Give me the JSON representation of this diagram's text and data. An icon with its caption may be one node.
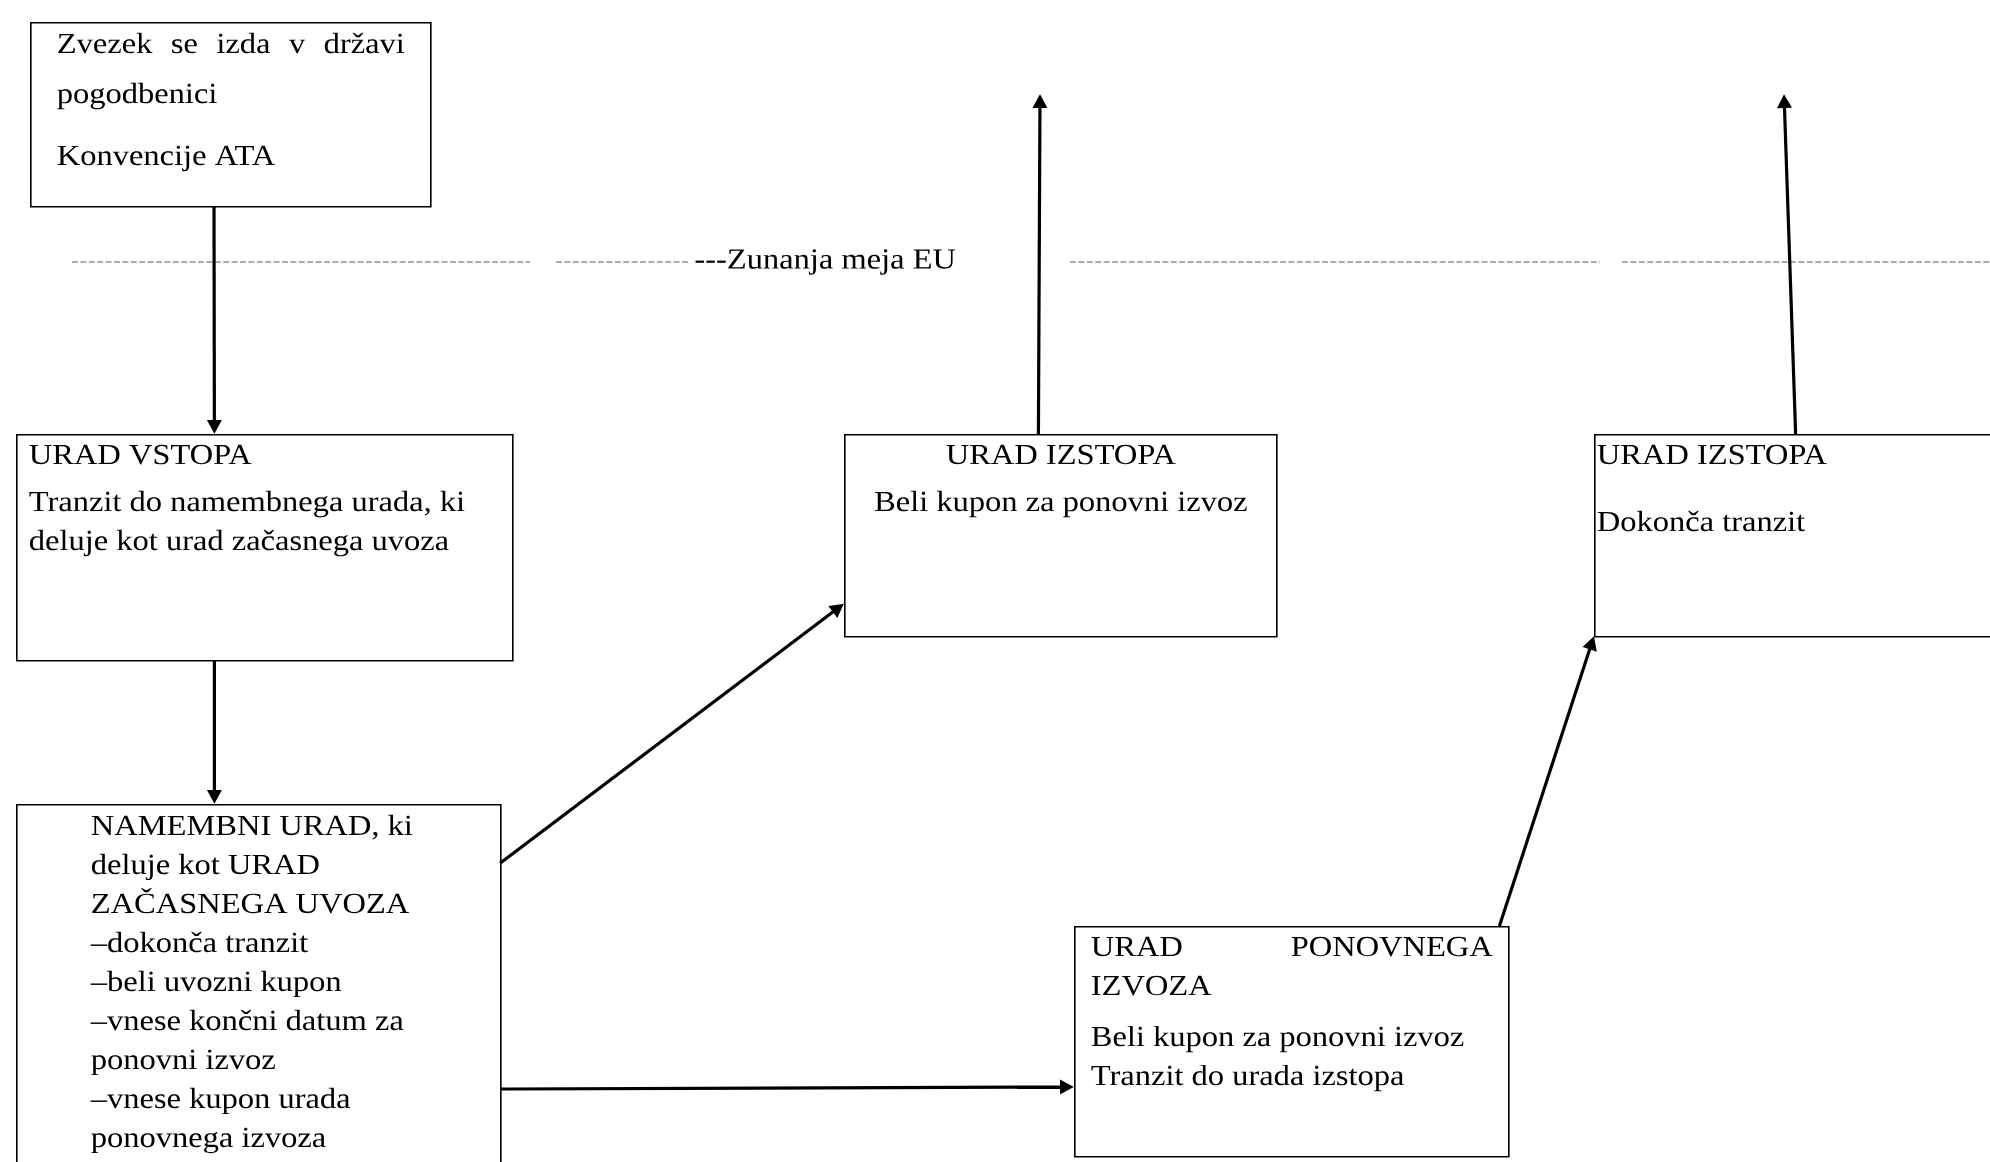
{
  "diagram": {
    "nodes": [
      {
        "text": [
          "Zvezek se izda v državi pogodbenici",
          "Konvencije ATA"
        ]
      },
      {
        "text": [
          "URAD VSTOPA",
          "Tranzit do namembnega urada, ki deluje kot urad začasnega uvoza"
        ]
      },
      {
        "text": [
          "NAMEMBNI URAD, ki deluje kot URAD ZAČASNEGA UVOZA",
          "–dokonča tranzit",
          "–beli uvozni kupon",
          "–vnese končni datum za ponovni izvoz",
          "–vnese kupon urada ponovnega izvoza"
        ]
      },
      {
        "text": [
          "URAD IZSTOPA",
          "Beli kupon za ponovni izvoz"
        ]
      },
      {
        "text": [
          "URAD IZSTOPA",
          "Dokonča tranzit"
        ]
      },
      {
        "text": [
          "URAD PONOVNEGA IZVOZA",
          "Beli kupon za ponovni izvoz",
          "Tranzit do urada izstopa"
        ]
      }
    ],
    "edges": [
      {
        "from": 0,
        "to": 1,
        "arrow": "to"
      },
      {
        "from": 1,
        "to": 2,
        "arrow": "to"
      },
      {
        "from": 2,
        "to": 3,
        "arrow": "to"
      },
      {
        "from": 2,
        "to": 5,
        "arrow": "to"
      },
      {
        "from": 5,
        "to": 4,
        "arrow": "to"
      },
      {
        "from": 3,
        "to": null,
        "arrow": "to"
      },
      {
        "from": 4,
        "to": null,
        "arrow": "to"
      }
    ],
    "labels": [
      "---Zunanja meja EU"
    ]
  }
}
